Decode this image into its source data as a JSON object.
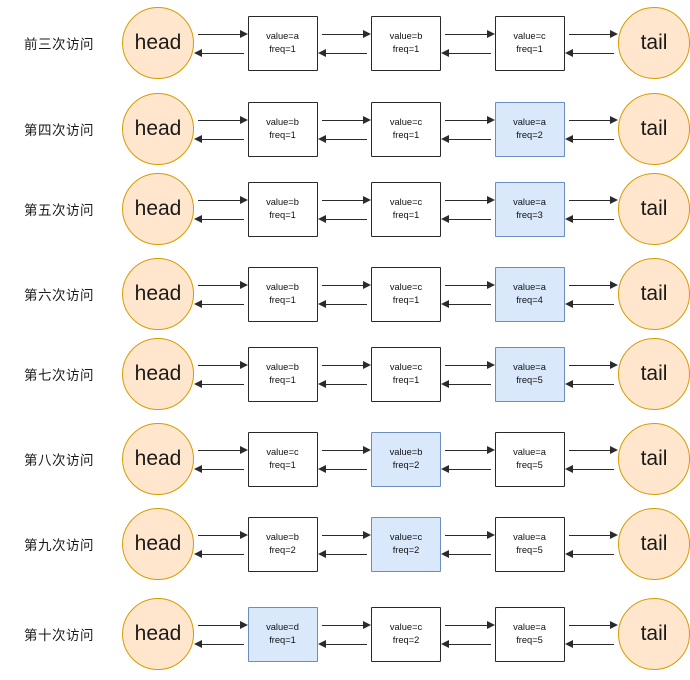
{
  "diagram": {
    "title": "LFU cache doubly-linked list access sequence",
    "colors": {
      "terminal_fill": "#ffe6cc",
      "terminal_border": "#d79b00",
      "highlight_fill": "#dae8fc",
      "highlight_border": "#6c8ebf",
      "node_fill": "#ffffff",
      "node_border": "#3b3b3b",
      "arrow": "#2b2b2b",
      "background": "#ffffff"
    },
    "head_label": "head",
    "tail_label": "tail",
    "rows": [
      {
        "label": "前三次访问",
        "nodes": [
          {
            "value": "value=a",
            "freq": "freq=1",
            "highlighted": false
          },
          {
            "value": "value=b",
            "freq": "freq=1",
            "highlighted": false
          },
          {
            "value": "value=c",
            "freq": "freq=1",
            "highlighted": false
          }
        ]
      },
      {
        "label": "第四次访问",
        "nodes": [
          {
            "value": "value=b",
            "freq": "freq=1",
            "highlighted": false
          },
          {
            "value": "value=c",
            "freq": "freq=1",
            "highlighted": false
          },
          {
            "value": "value=a",
            "freq": "freq=2",
            "highlighted": true
          }
        ]
      },
      {
        "label": "第五次访问",
        "nodes": [
          {
            "value": "value=b",
            "freq": "freq=1",
            "highlighted": false
          },
          {
            "value": "value=c",
            "freq": "freq=1",
            "highlighted": false
          },
          {
            "value": "value=a",
            "freq": "freq=3",
            "highlighted": true
          }
        ]
      },
      {
        "label": "第六次访问",
        "nodes": [
          {
            "value": "value=b",
            "freq": "freq=1",
            "highlighted": false
          },
          {
            "value": "value=c",
            "freq": "freq=1",
            "highlighted": false
          },
          {
            "value": "value=a",
            "freq": "freq=4",
            "highlighted": true
          }
        ]
      },
      {
        "label": "第七次访问",
        "nodes": [
          {
            "value": "value=b",
            "freq": "freq=1",
            "highlighted": false
          },
          {
            "value": "value=c",
            "freq": "freq=1",
            "highlighted": false
          },
          {
            "value": "value=a",
            "freq": "freq=5",
            "highlighted": true
          }
        ]
      },
      {
        "label": "第八次访问",
        "nodes": [
          {
            "value": "value=c",
            "freq": "freq=1",
            "highlighted": false
          },
          {
            "value": "value=b",
            "freq": "freq=2",
            "highlighted": true
          },
          {
            "value": "value=a",
            "freq": "freq=5",
            "highlighted": false
          }
        ]
      },
      {
        "label": "第九次访问",
        "nodes": [
          {
            "value": "value=b",
            "freq": "freq=2",
            "highlighted": false
          },
          {
            "value": "value=c",
            "freq": "freq=2",
            "highlighted": true
          },
          {
            "value": "value=a",
            "freq": "freq=5",
            "highlighted": false
          }
        ]
      },
      {
        "label": "第十次访问",
        "nodes": [
          {
            "value": "value=d",
            "freq": "freq=1",
            "highlighted": true
          },
          {
            "value": "value=c",
            "freq": "freq=2",
            "highlighted": false
          },
          {
            "value": "value=a",
            "freq": "freq=5",
            "highlighted": false
          }
        ]
      }
    ]
  }
}
